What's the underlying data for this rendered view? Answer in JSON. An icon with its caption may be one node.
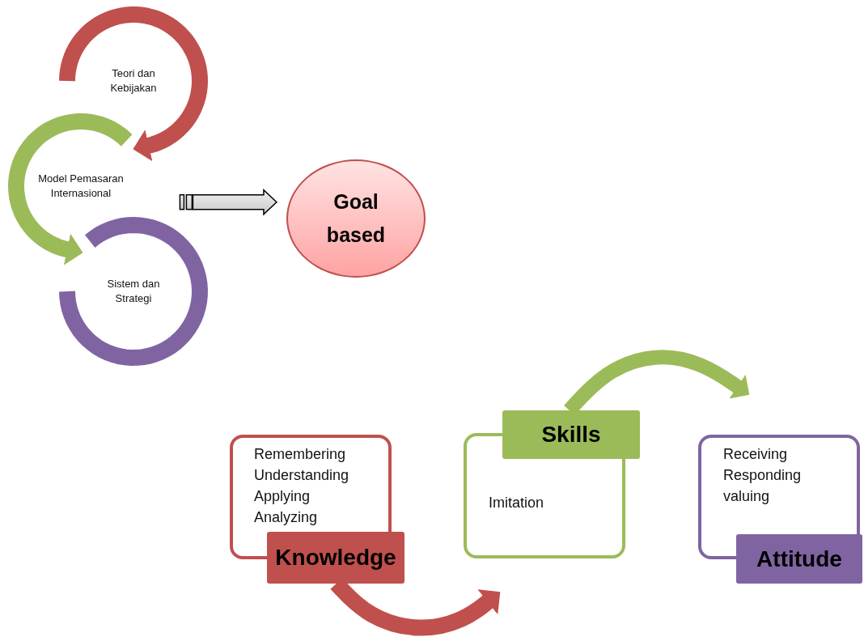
{
  "diagram": {
    "nodes": [
      {
        "text": [
          "Teori dan Kebijakan"
        ]
      },
      {
        "text": [
          "Model Pemasaran Internasional"
        ]
      },
      {
        "text": [
          "Sistem dan Strategi"
        ]
      },
      {
        "text": [
          "Goal based"
        ]
      },
      {
        "text": [
          "Remembering",
          "Understanding",
          "Applying",
          "Analyzing",
          "Knowledge"
        ]
      },
      {
        "text": [
          "Skills",
          "Imitation"
        ]
      },
      {
        "text": [
          "Receiving",
          "Responding",
          "valuing",
          "Attitude"
        ]
      }
    ],
    "edges": [
      {
        "from": 0,
        "to": 1,
        "arrow": "to",
        "color": "#c0504d"
      },
      {
        "from": 1,
        "to": 2,
        "arrow": "to",
        "color": "#9bbb59"
      },
      {
        "from": 1,
        "to": 3,
        "arrow": "to",
        "style": "thick"
      },
      {
        "from": 4,
        "to": 5,
        "arrow": "to",
        "color": "#c0504d"
      },
      {
        "from": 5,
        "to": 6,
        "arrow": "to",
        "color": "#9bbb59"
      }
    ]
  }
}
